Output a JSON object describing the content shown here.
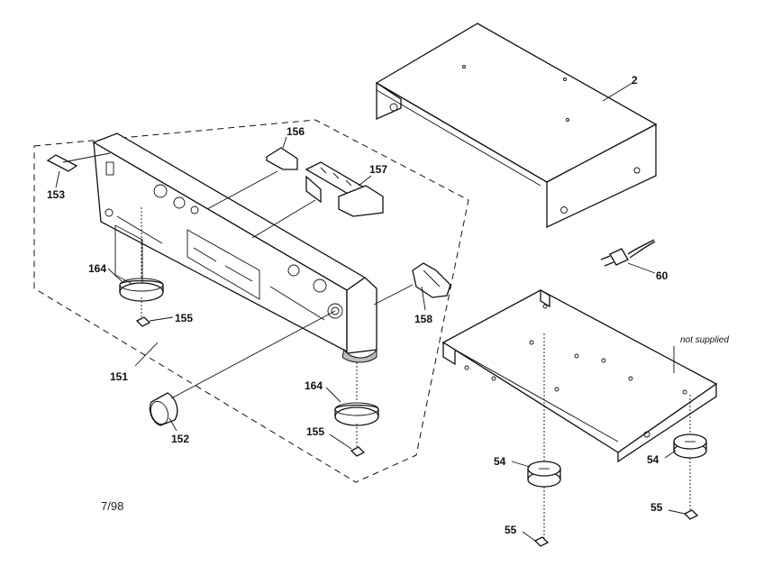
{
  "labels": {
    "p2": "2",
    "p60": "60",
    "p156": "156",
    "p157": "157",
    "p153": "153",
    "p164a": "164",
    "p155a": "155",
    "p158": "158",
    "p151": "151",
    "p152": "152",
    "p164b": "164",
    "p155b": "155",
    "p54a": "54",
    "p54b": "54",
    "p55a": "55",
    "p55b": "55"
  },
  "note": "not supplied",
  "date": "7/98"
}
